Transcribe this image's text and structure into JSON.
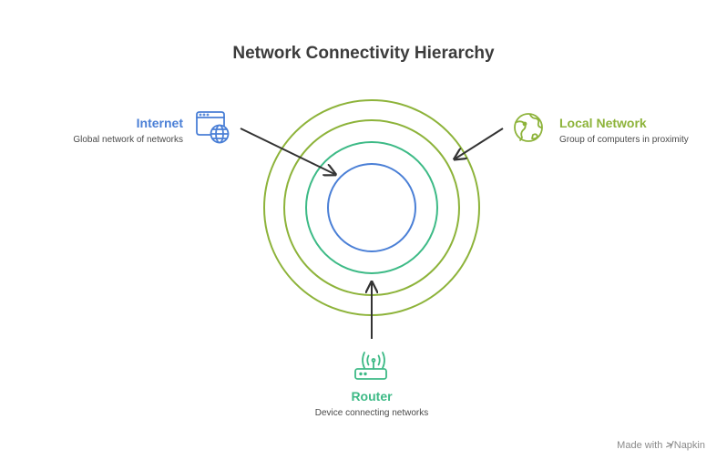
{
  "title": "Network Connectivity Hierarchy",
  "nodes": {
    "internet": {
      "label": "Internet",
      "description": "Global network of networks",
      "icon": "browser-globe-icon",
      "color": "#4a7fd6"
    },
    "local_network": {
      "label": "Local Network",
      "description": "Group of computers in proximity",
      "icon": "globe-icon",
      "color": "#8db33a"
    },
    "router": {
      "label": "Router",
      "description": "Device connecting networks",
      "icon": "router-icon",
      "color": "#3dba86"
    }
  },
  "rings": {
    "outer_color": "#8db33a",
    "second_color": "#8db33a",
    "third_color": "#3dba86",
    "inner_color": "#4a7fd6"
  },
  "watermark": {
    "prefix": "Made with",
    "brand": "Napkin"
  }
}
